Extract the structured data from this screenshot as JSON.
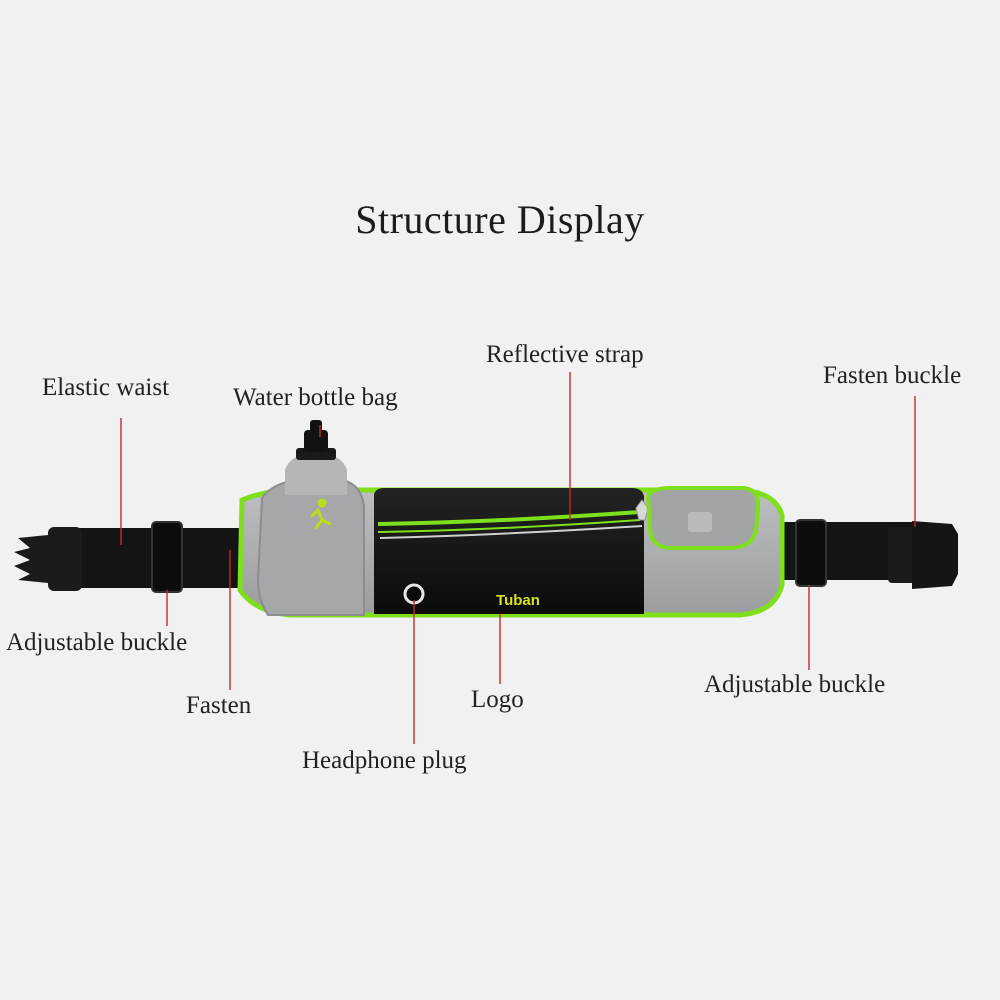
{
  "title": "Structure Display",
  "brand_logo": "Tuban",
  "colors": {
    "background": "#f1f1f1",
    "reflective_trim": "#7ee01c",
    "leader_line": "#c8282b",
    "strap": "#111111",
    "panel_gray": "#a9aaab"
  },
  "labels": {
    "elastic_waist": "Elastic waist",
    "water_bottle_bag": "Water bottle bag",
    "reflective_strap": "Reflective strap",
    "fasten_buckle": "Fasten buckle",
    "adjustable_buckle_left": "Adjustable buckle",
    "fasten": "Fasten",
    "logo": "Logo",
    "headphone_plug": "Headphone plug",
    "adjustable_buckle_right": "Adjustable buckle"
  }
}
